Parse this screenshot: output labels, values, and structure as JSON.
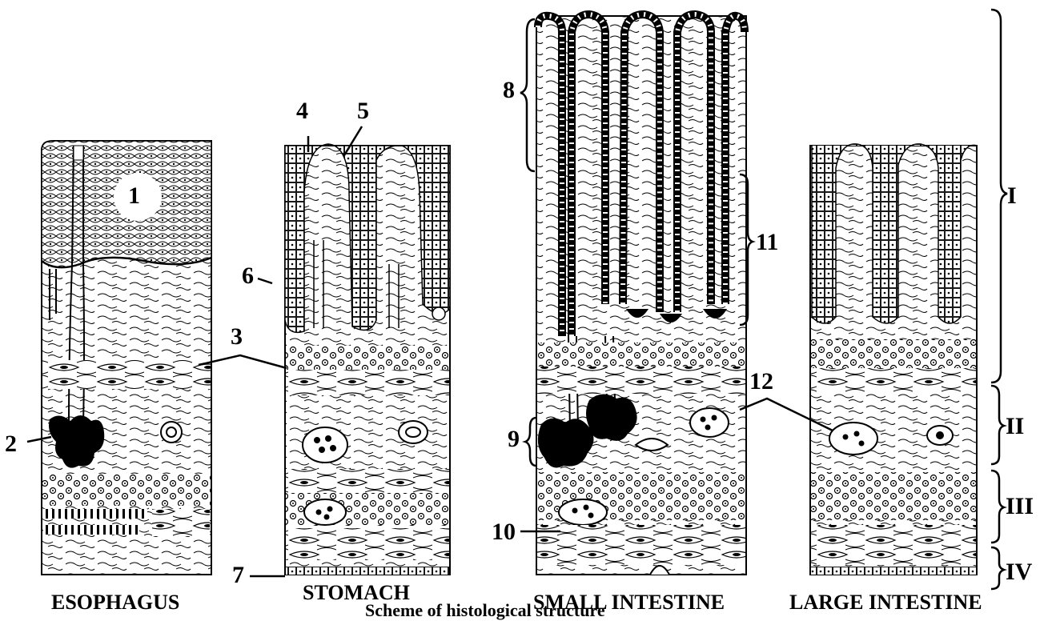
{
  "numbers": [
    "1",
    "2",
    "3",
    "4",
    "5",
    "6",
    "7",
    "8",
    "9",
    "10",
    "11",
    "12"
  ],
  "layers": [
    "I",
    "II",
    "III",
    "IV"
  ],
  "organs": [
    "ESOPHAGUS",
    "STOMACH",
    "SMALL INTESTINE",
    "LARGE INTESTINE"
  ],
  "caption": "Scheme of histological structure",
  "colors": {
    "ink": "#000000",
    "paper": "#ffffff"
  }
}
